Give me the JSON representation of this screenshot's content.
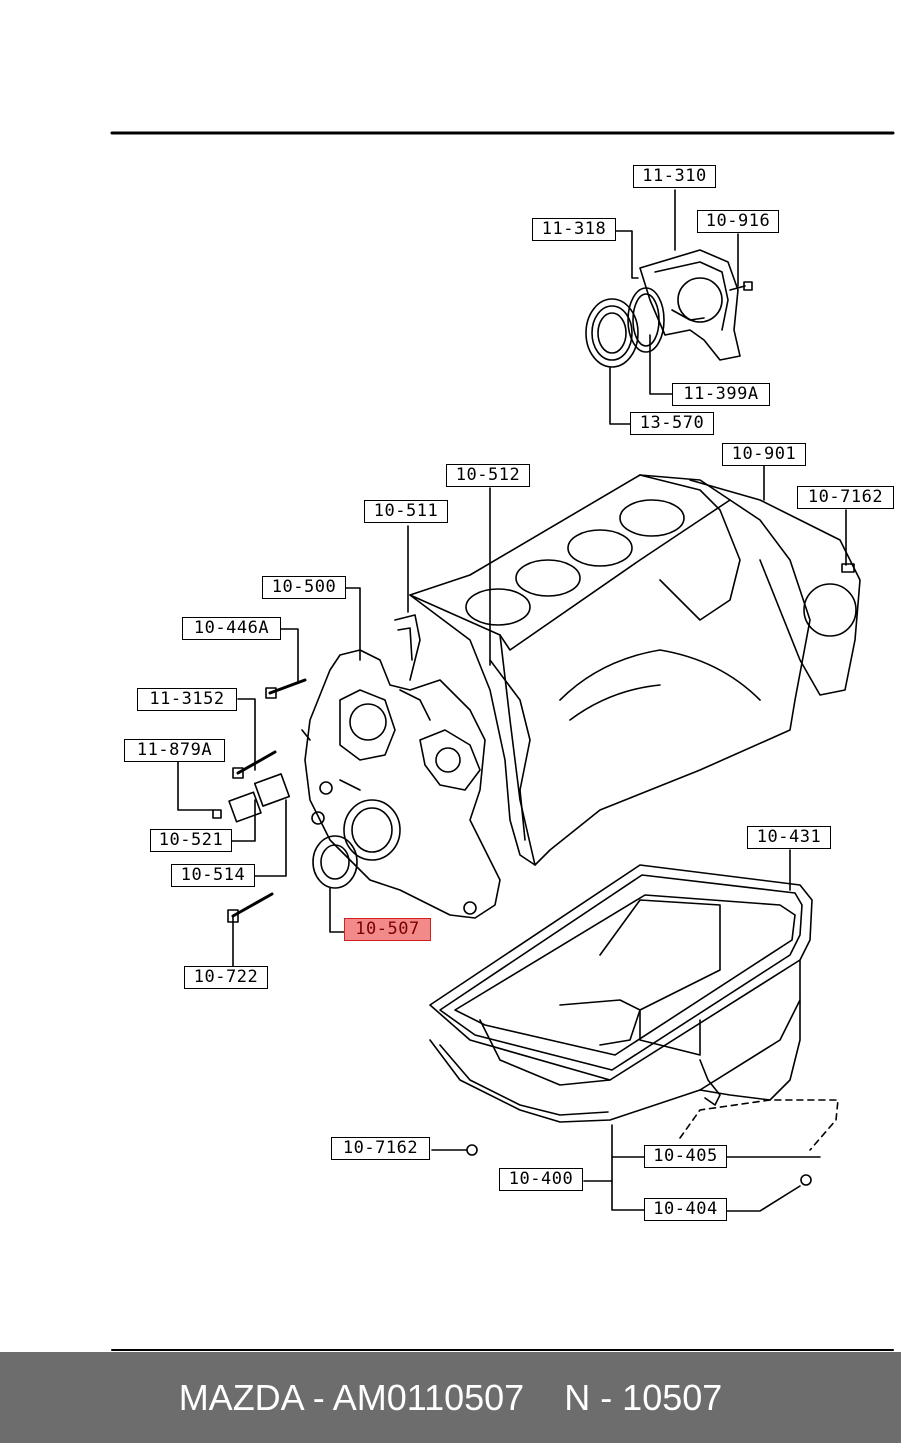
{
  "labels": {
    "l_11_310": "11-310",
    "l_11_318": "11-318",
    "l_10_916": "10-916",
    "l_11_399a": "11-399A",
    "l_13_570": "13-570",
    "l_10_512": "10-512",
    "l_10_901": "10-901",
    "l_10_511": "10-511",
    "l_10_7162_top": "10-7162",
    "l_10_500": "10-500",
    "l_10_446a": "10-446A",
    "l_11_3152": "11-3152",
    "l_11_879a": "11-879A",
    "l_10_521": "10-521",
    "l_10_514": "10-514",
    "l_10_507": "10-507",
    "l_10_722": "10-722",
    "l_10_431": "10-431",
    "l_10_7162_bottom": "10-7162",
    "l_10_405": "10-405",
    "l_10_400": "10-400",
    "l_10_404": "10-404"
  },
  "highlight": {
    "part": "10-507",
    "color": "#f28a8a"
  },
  "footer": {
    "brand_part": "MAZDA - AM0110507",
    "number": "N - 10507",
    "background": "#6d6d6d"
  }
}
